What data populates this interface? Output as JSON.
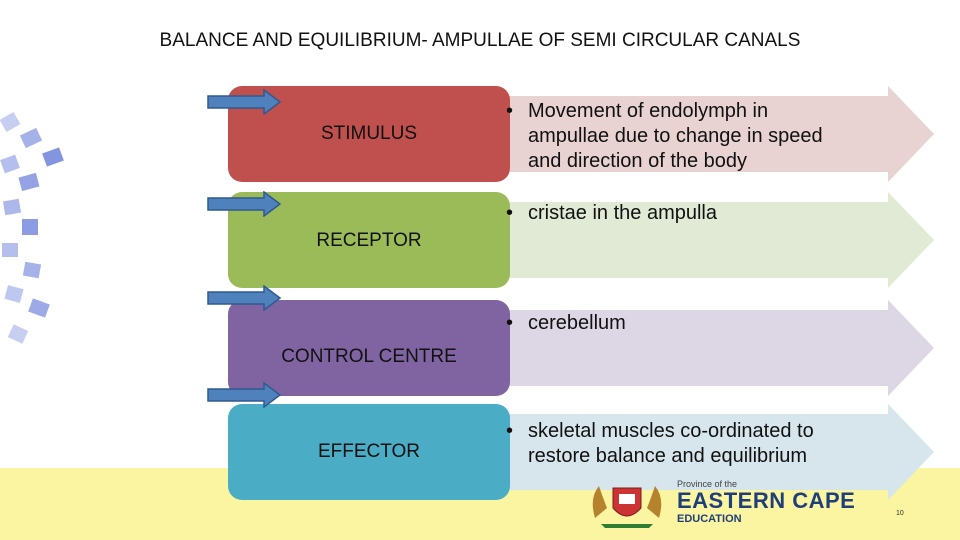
{
  "title": "BALANCE AND EQUILIBRIUM- AMPULLAE OF SEMI CIRCULAR CANALS",
  "rows": [
    {
      "label": "STIMULUS",
      "bullet": "•",
      "lines": [
        "Movement of endolymph in",
        "ampullae due to change in speed",
        "and direction of the body"
      ],
      "box_color": "#c0504d",
      "arrow_color": "#e8d2d2"
    },
    {
      "label": "RECEPTOR",
      "bullet": "•",
      "lines": [
        "cristae in the ampulla"
      ],
      "box_color": "#9bbb59",
      "arrow_color": "#e1ead4"
    },
    {
      "label": "CONTROL CENTRE",
      "bullet": "•",
      "lines": [
        "cerebellum"
      ],
      "box_color": "#8064a2",
      "arrow_color": "#ddd6e4"
    },
    {
      "label": "EFFECTOR",
      "bullet": "•",
      "lines": [
        "skeletal muscles co-ordinated to",
        "restore balance and equilibrium"
      ],
      "box_color": "#4bacc6",
      "arrow_color": "#d6e6ec"
    }
  ],
  "logo": {
    "line1": "Province of the",
    "line2": "EASTERN CAPE",
    "line3": "EDUCATION"
  },
  "page_number": "10",
  "colors": {
    "side_arrow": "#4f81bd",
    "footer_band": "#fbf4a0",
    "deco": "#5b72d6"
  }
}
